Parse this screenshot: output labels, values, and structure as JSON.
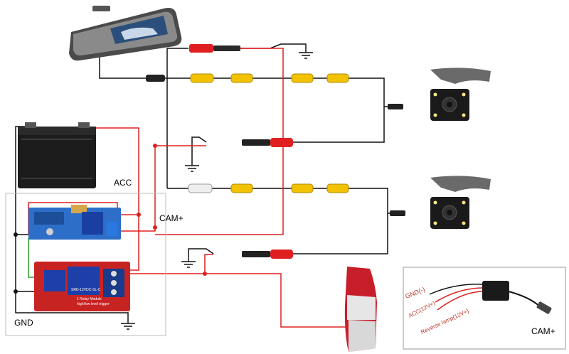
{
  "labels": {
    "acc": "ACC",
    "cam_plus": "CAM+",
    "gnd": "GND",
    "cam_plus_filter": "CAM+",
    "filter_gnd": "GND(-)",
    "filter_acc": "ACC(12V+)",
    "filter_reverse": "Reverse lamp(12V+)"
  },
  "relay_module": {
    "line1": "1 Relay Module",
    "line2": "high/low level trigger",
    "model": "SRD-12VDC-SL-C"
  },
  "colors": {
    "red_wire": "#e02020",
    "black_wire": "#111111",
    "green_wire": "#2aa02a",
    "rca_yellow": "#f2c200",
    "rca_red": "#e02020",
    "relay_board_red": "#c82323",
    "timer_board_blue": "#2d6fc8"
  },
  "icons": [
    "rear-view-mirror-monitor-icon",
    "car-battery-icon",
    "timer-relay-board-icon",
    "relay-module-icon",
    "backup-camera-icon",
    "tail-light-icon",
    "power-filter-icon",
    "ground-symbol-icon"
  ]
}
